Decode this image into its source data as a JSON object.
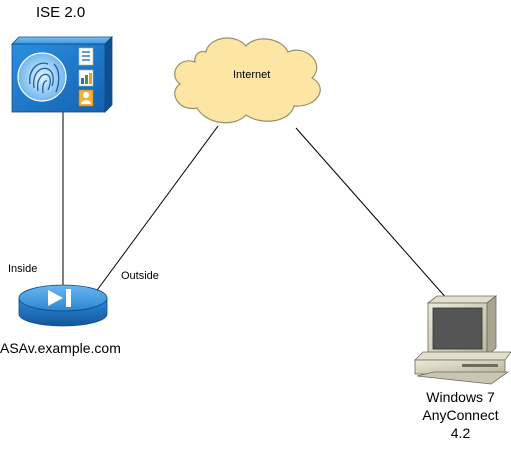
{
  "diagram": {
    "nodes": {
      "ise": {
        "label": "ISE 2.0",
        "icon": "ise-server-icon"
      },
      "internet": {
        "label": "Internet",
        "icon": "cloud-icon"
      },
      "asa": {
        "label": "ASAv.example.com",
        "icon": "firewall-icon"
      },
      "client": {
        "line1": "Windows 7",
        "line2": "AnyConnect",
        "line3": "4.2",
        "icon": "pc-icon"
      }
    },
    "interfaces": {
      "inside": "Inside",
      "outside": "Outside"
    },
    "colors": {
      "cloud_fill": "#fde5a4",
      "cloud_stroke": "#9a8f6c",
      "device_blue": "#1a72c4",
      "pc_beige": "#d9d6c5",
      "link": "#000000"
    }
  }
}
